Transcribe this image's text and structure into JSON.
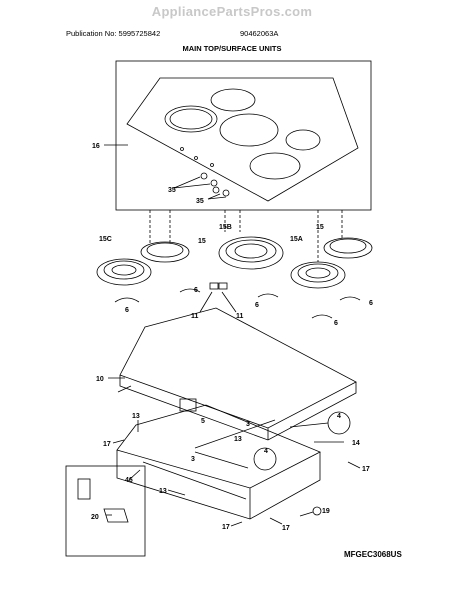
{
  "watermark": "AppliancePartsPros.com",
  "header": {
    "publication": "Publication No: 5995725842",
    "code": "90462063A",
    "title": "MAIN TOP/SURFACE UNITS"
  },
  "model_code": "MFGEC3068US",
  "callouts": {
    "c16": "16",
    "c35a": "35",
    "c35b": "35",
    "c15c": "15C",
    "c15a_l": "15",
    "c15b": "15B",
    "c15a": "15A",
    "c15_r": "15",
    "c6a": "6",
    "c6b": "6",
    "c6c": "6",
    "c6d": "6",
    "c6e": "6",
    "c11a": "11",
    "c11b": "11",
    "c10": "10",
    "c13a": "13",
    "c13b": "13",
    "c13c": "13",
    "c17a": "17",
    "c17b": "17",
    "c17c": "17",
    "c17d": "17",
    "c5": "5",
    "c3a": "3",
    "c3b": "3",
    "c4a": "4",
    "c4b": "4",
    "c14": "14",
    "c46": "46",
    "c20": "20",
    "c19": "19"
  }
}
